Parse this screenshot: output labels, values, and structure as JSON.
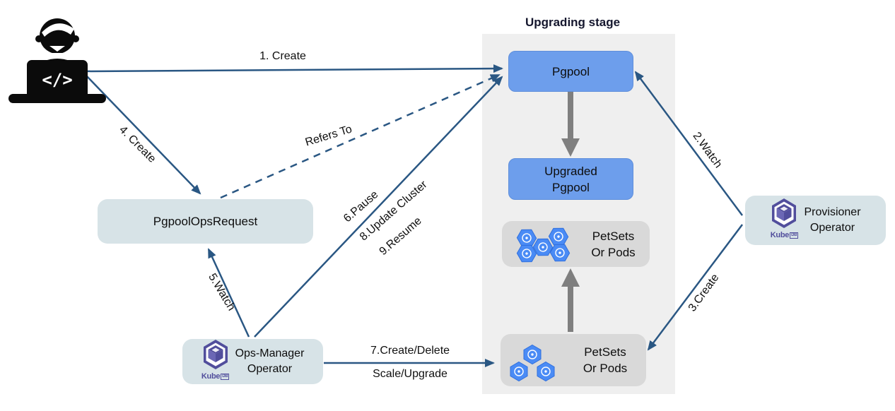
{
  "stage": {
    "title": "Upgrading stage"
  },
  "nodes": {
    "pgpool": {
      "label": "Pgpool"
    },
    "upgraded_pgpool": {
      "line1": "Upgraded",
      "line2": "Pgpool"
    },
    "petsets_upper": {
      "line1": "PetSets",
      "line2": "Or Pods"
    },
    "petsets_lower": {
      "line1": "PetSets",
      "line2": "Or Pods"
    },
    "ops_request": {
      "label": "PgpoolOpsRequest"
    },
    "ops_manager": {
      "line1": "Ops-Manager",
      "line2": "Operator",
      "logo_main": "Kube",
      "logo_sub": "DB"
    },
    "provisioner": {
      "line1": "Provisioner",
      "line2": "Operator",
      "logo_main": "Kube",
      "logo_sub": "DB"
    }
  },
  "edges": {
    "create1": {
      "label": "1. Create"
    },
    "watch2": {
      "label": "2.Watch"
    },
    "create3": {
      "label": "3.Create"
    },
    "create4": {
      "label": "4. Create"
    },
    "watch5": {
      "label": "5.Watch"
    },
    "pause6": {
      "label": "6.Pause"
    },
    "create_delete7": {
      "label_top": "7.Create/Delete",
      "label_bottom": "Scale/Upgrade"
    },
    "update8": {
      "label": "8.Update Cluster"
    },
    "resume9": {
      "label": "9.Resume"
    },
    "refers_to": {
      "label": "Refers To"
    }
  },
  "icons": {
    "user": "developer-at-laptop-icon",
    "operator_logo": "kubedb-logo",
    "pod": "kubernetes-pod-icon"
  },
  "colors": {
    "arrow": "#2a5783",
    "gray_arrow": "#7f7f7f",
    "box_blue": "#6d9eec",
    "box_teal": "#d7e3e7",
    "box_gray": "#d9d9d9",
    "panel_gray": "#efefef",
    "kubedb_purple": "#514e9c",
    "pod_blue": "#4a8bf5"
  }
}
